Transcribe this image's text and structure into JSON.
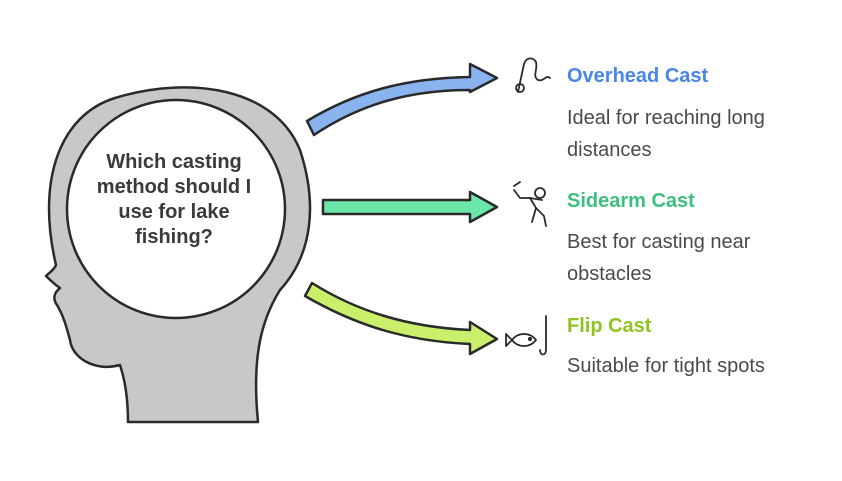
{
  "center": {
    "question": "Which casting method should I use for lake fishing?"
  },
  "options": [
    {
      "title": "Overhead Cast",
      "description": "Ideal for reaching long distances",
      "color": "#4a86e8",
      "arrow_fill": "#8ab4f0",
      "icon": "fishing-rod-icon"
    },
    {
      "title": "Sidearm Cast",
      "description": "Best for casting near obstacles",
      "color": "#3cbf7f",
      "arrow_fill": "#6ce5a8",
      "icon": "casting-person-icon"
    },
    {
      "title": "Flip Cast",
      "description": "Suitable for tight spots",
      "color": "#8fc31f",
      "arrow_fill": "#c9ef6b",
      "icon": "fish-hook-icon"
    }
  ]
}
